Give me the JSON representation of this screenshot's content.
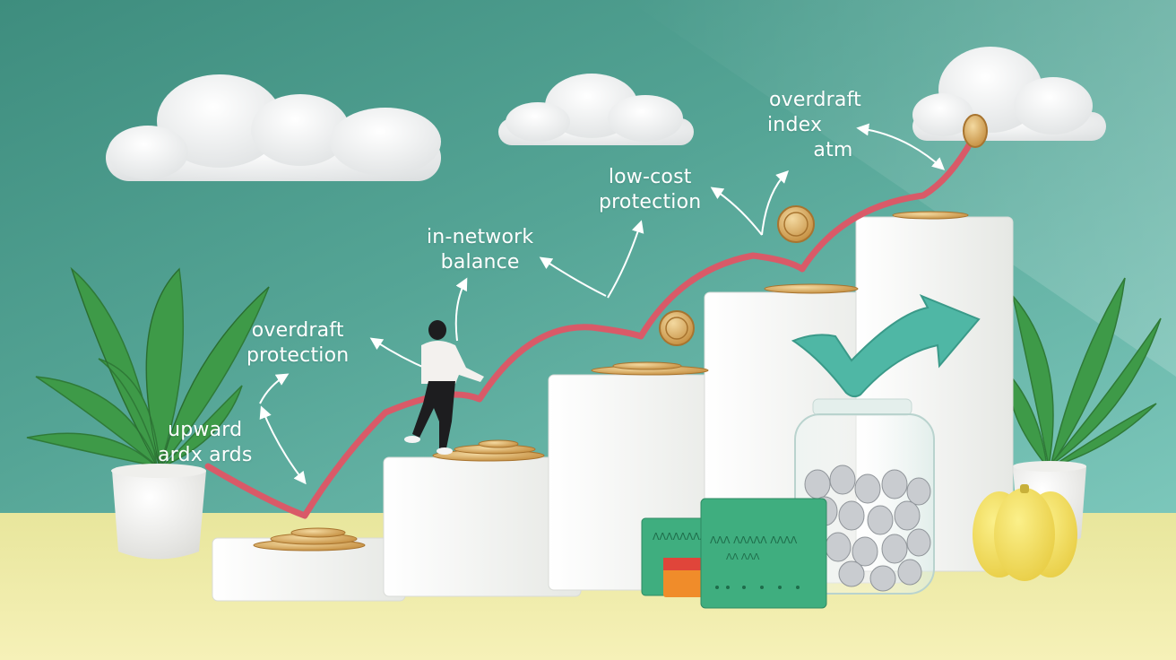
{
  "labels": {
    "upward": [
      "upward",
      "ardx ards"
    ],
    "overdraft_protection": [
      "overdraft",
      "protection"
    ],
    "in_network_balance": [
      "in-network",
      "balance"
    ],
    "low_cost_protection": [
      "low-cost",
      "protection"
    ],
    "overdraft_index_atm": [
      "overdraft",
      "index",
      "atm"
    ]
  },
  "card_texts": {
    "back_card": "ΛΛΛΛΛΛΛΛΛ",
    "front_card": "ΛΛΛ ΛΛΛΛΛ ΛΛΛΛ",
    "front_card_line2": "ΛΛ  ΛΛΛ"
  },
  "colors": {
    "wall_top": "#3e8d7e",
    "wall_mid": "#5fb0a2",
    "wall_light": "#8fd0c6",
    "floor": "#f2eeaa",
    "trend_line": "#d95a68",
    "checkmark": "#4fb7a5",
    "coin": "#d6a85c",
    "block": "#f6f6f4",
    "card": "#3fae7f",
    "pumpkin": "#f5e26a"
  },
  "icons": [
    "cloud-icon",
    "plant-icon",
    "coin-icon",
    "checkmark-icon",
    "jar-icon",
    "card-icon",
    "person-figure"
  ]
}
